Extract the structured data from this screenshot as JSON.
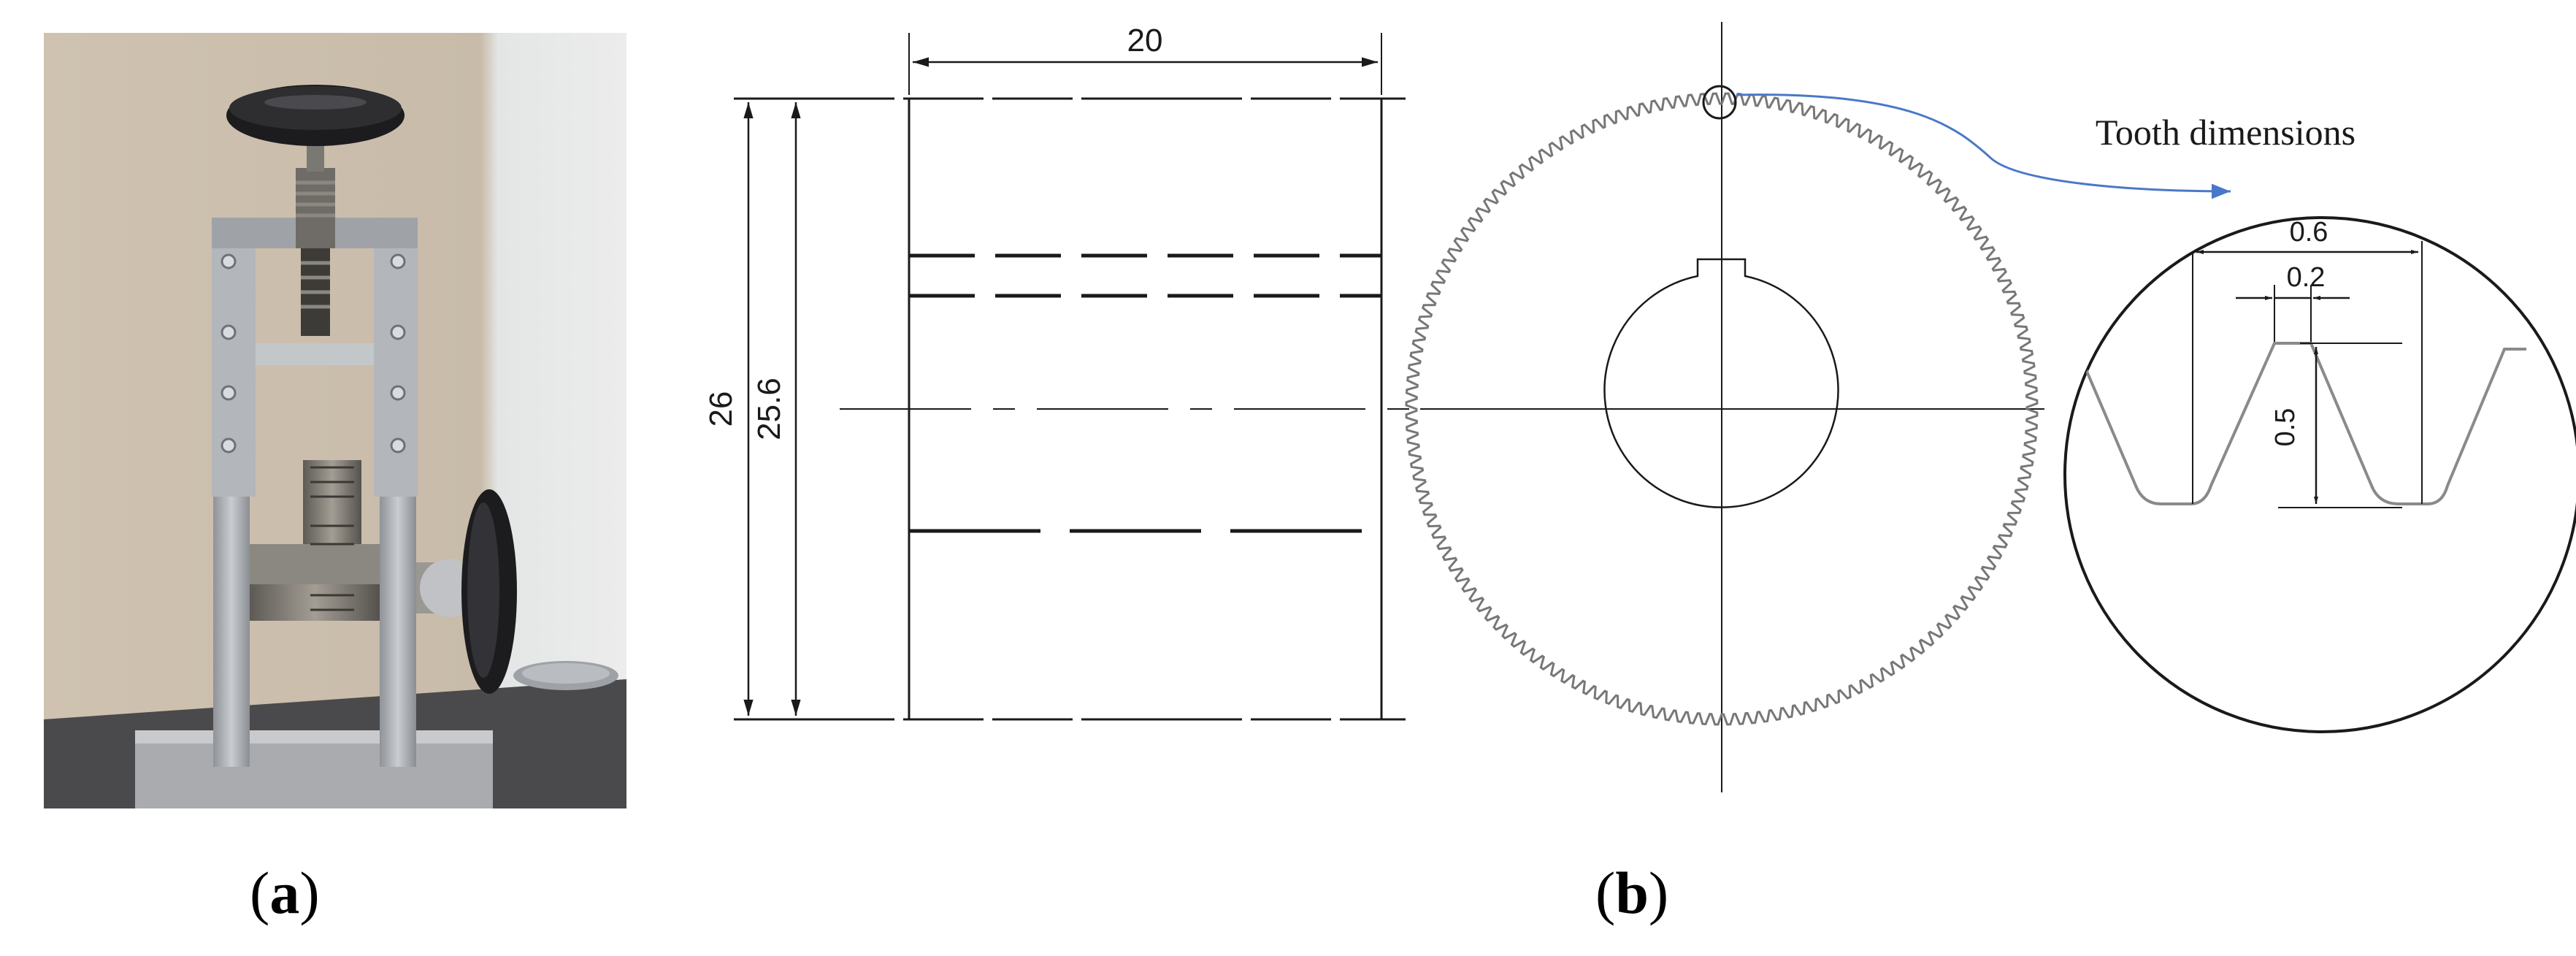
{
  "figure": {
    "panel_a": {
      "label": "a"
    },
    "panel_b": {
      "label": "b",
      "dimensions": {
        "width": "20",
        "height_outer": "26",
        "height_inner": "25.6"
      },
      "detail": {
        "title": "Tooth dimensions",
        "tooth_pitch": "0.6",
        "tooth_top_width": "0.2",
        "tooth_height": "0.5"
      }
    }
  },
  "colors": {
    "line": "#1a1a1a",
    "leader_arrow": "#4a78c8",
    "tooth_outline": "#8a8a8a"
  }
}
